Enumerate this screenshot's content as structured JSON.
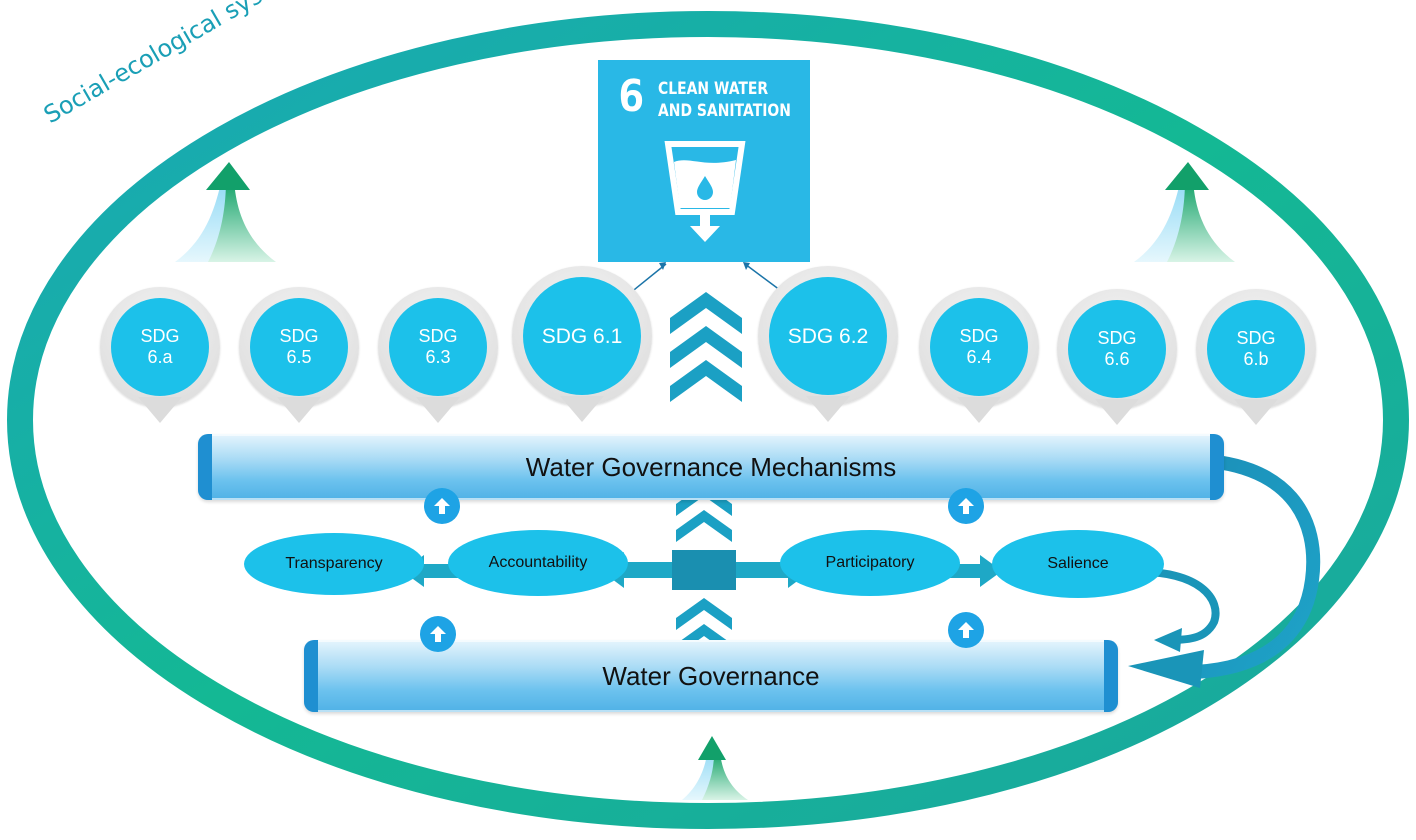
{
  "frame_label": "Social-ecological systems",
  "sdg_badge": {
    "number": "6",
    "title_line1": "CLEAN WATER",
    "title_line2": "AND SANITATION",
    "icon": "water-glass-icon"
  },
  "targets": [
    {
      "id": "6a",
      "line1": "SDG",
      "line2": "6.a"
    },
    {
      "id": "65",
      "line1": "SDG",
      "line2": "6.5"
    },
    {
      "id": "63",
      "line1": "SDG",
      "line2": "6.3"
    },
    {
      "id": "61",
      "label": "SDG 6.1"
    },
    {
      "id": "62",
      "label": "SDG 6.2"
    },
    {
      "id": "64",
      "line1": "SDG",
      "line2": "6.4"
    },
    {
      "id": "66",
      "line1": "SDG",
      "line2": "6.6"
    },
    {
      "id": "6b",
      "line1": "SDG",
      "line2": "6.b"
    }
  ],
  "mechanisms_bar": "Water Governance Mechanisms",
  "governance_bar": "Water Governance",
  "principles": {
    "transparency": "Transparency",
    "accountability": "Accountability",
    "participatory": "Participatory",
    "salience": "Salience"
  },
  "colors": {
    "frame_ring": "#19b69a",
    "sdg_badge": "#29b8e6",
    "marker_fill": "#1cc1ea",
    "arrow": "#1a9cb6"
  }
}
